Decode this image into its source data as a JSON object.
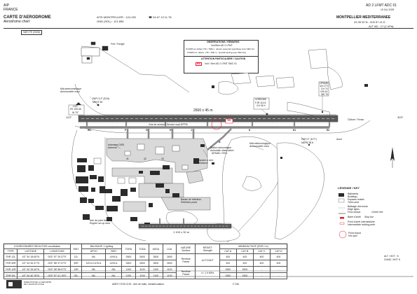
{
  "header": {
    "aip": "AIP",
    "country": "FRANCE",
    "chart_title": "CARTE D'AERODROME",
    "chart_subtitle": "Aerodrome chart",
    "ref": "AD 2 LFMT ADC 01",
    "date": "19 JUL 2025",
    "atis": "ATIS MONTPELLIER : 124.135",
    "tel": "☎ 04 67 13 11 78",
    "gnd": "GND (SOL) : 121.855",
    "aerodrome": "MONTPELLIER MEDITERRANEE",
    "coords": "43 35 00 N - 003 57 41 E",
    "alt": "ALT AD : 17 (1 hPa)",
    "var": "VAR 2°E (2026)"
  },
  "remarks": {
    "title": "OBSERVATIONS / REMARKS",
    "line1": "Voir/See AD 2 LFMT",
    "line2": "Si RWR au défaut VIS < 800m : dévent essentiel spécifique suivi SMC E1.",
    "line3": "If RWR inc. failure, VIS < 800 m : specific taxiing (see SMC E1).",
    "attn_title": "ATTENTION PARTICULIERE / CAUTION",
    "attn_code": "HS",
    "attn_text": "Voir / See AD 2 LFMT SMC 01"
  },
  "labels": {
    "fret": "Fret / Freight",
    "mat_anemo": "Mât anémométrique",
    "anemo_mast": "Anemometer mast",
    "papi_w": "PAPI 3,3° (53 ft)",
    "meht_w": "MEHT 69",
    "loc": "LOC",
    "loc_freq": "FE 109.05",
    "loc_note": "W 70°",
    "taxiway": "Voie de service / Service road DPPM",
    "rwy_dims": "2600 x 45 m",
    "thr_w": "123°",
    "thr_e": "303°",
    "vor": "VOR/DME",
    "vor_freq": "FJR 114.8",
    "vor_ch": "CH 95 X",
    "papi_e": "PAPI 3° (5 FT)",
    "meht_e": "MEHT 58 ft",
    "omega": "OPDME",
    "omega2": "WI CTY",
    "omega3": "CH 74",
    "omega4": "109.15",
    "omega5": "WE 70",
    "amer": "Amer",
    "hs_label": "HS",
    "tower": "Tour/Tower",
    "gate_a": "Antennes DDSI",
    "gate_a2": "Antenna",
    "apron_gnd": "Plate-forme/Apron",
    "fuel": "Stockage/Storage",
    "station": "Station automatique",
    "station2": "Automatic observation",
    "station3": "ARSAB / SSYL",
    "wind": "Manche à vent",
    "windsock": "Windsock",
    "mat_m": "Mât météorologique",
    "mat_m2": "Anemometer mast",
    "gl_label": "GL",
    "bassin": "Bassin de rétention",
    "bassin2": "Retention pond",
    "aire": "Aire de point fixe",
    "aire2": "Engine run-up area",
    "rwy2_dims": "1 100 x 30 m",
    "e_label": "E",
    "w_label": "W",
    "f_label": "F",
    "j_label": "J",
    "k_label": "K",
    "g_label": "G",
    "h_label": "H",
    "a_label": "A",
    "c_label": "C",
    "d_label": "D",
    "b_label": "B",
    "s_label": "S",
    "p_label": "P",
    "n_label": "N",
    "m_label": "M",
    "n_notch": "N 150m",
    "fence": "Clôture / Fence",
    "mat_legend": "Mât",
    "w2": "W2",
    "w3": "W3",
    "w4": "W4",
    "w1": "W1",
    "e1": "E1",
    "e2": "E2",
    "e3": "E3",
    "spot1": "41",
    "spot2": "42",
    "spot3": "43"
  },
  "legend": {
    "title": "LÉGENDE / KEY",
    "items": [
      {
        "fr": "Bâtiments",
        "en": "Buildings"
      },
      {
        "fr": "Espaces boisés",
        "en": "Trees area"
      },
      {
        "fr": "Balisage des bords",
        "en": "Edge lights"
      },
      {
        "fr": "Feux axiaux",
        "en": "Centre line"
      },
      {
        "fr": "Barre d'arrêt",
        "en": "Stop bar"
      },
      {
        "fr": "Point d'arrêt intermédiaire",
        "en": "Intermediate holding point"
      },
      {
        "fr": "Point chaud",
        "en": "Hot spot"
      }
    ]
  },
  "footer_right": {
    "alt": "ALT / HGT : ft",
    "units": "GUND / HGT ft"
  },
  "table": {
    "coord_header": "COORDONNÉES SEUIL/THR coordinates",
    "col_type": "TYPE",
    "col_lat": "LATITUDE",
    "col_lon": "LONGITUDE",
    "col_rwy": "RWY",
    "col_balisage": "BALISAGE / Lighting",
    "col_apch": "APCH",
    "col_rwyl": "RWY",
    "col_tora": "TORA",
    "col_toda": "TODA",
    "col_asda": "ASDA",
    "col_lda": "LDA",
    "col_nature": "NATURE",
    "col_nature2": "Surface",
    "col_resist": "RÉSIST",
    "col_resist2": "Strength",
    "col_minima": "MINIMUM TKOF (RVR / m)",
    "col_cata": "CAT A",
    "col_catb": "CAT B",
    "col_catc": "CAT C",
    "col_catd": "CAT D",
    "rows": [
      {
        "type": "THR 12L",
        "lat": "43° 34' 18.60\"N",
        "lon": "003° 57' 29.37\"E",
        "rwy": "12L",
        "apch": "NIL",
        "rwyl": "LIH/LIL",
        "tora": "2600",
        "toda": "2600",
        "asda": "2600",
        "lda": "2600",
        "nature": "Revêtue",
        "nature2": "Paved",
        "resist": "44 FC/W/T",
        "a": "400",
        "b": "400",
        "c": "400",
        "d": "400"
      },
      {
        "type": "THR 30R",
        "lat": "43° 34' 52.47\"N",
        "lon": "003° 58' 37.97\"E",
        "rwy": "30R",
        "apch": "420 m LIH/LIL",
        "rwyl": "LIH/LIL",
        "tora": "2600",
        "toda": "2600",
        "asda": "2600",
        "lda": "2600",
        "nature": "",
        "nature2": "",
        "resist": "",
        "a": "400",
        "b": "400",
        "c": "400",
        "d": "400"
      },
      {
        "type": "THR 12R",
        "lat": "43° 34' 26.40\"N",
        "lon": "003° 56' 58.97\"E",
        "rwy": "12R",
        "apch": "NIL",
        "rwyl": "NIL",
        "tora": "1100",
        "toda": "1100",
        "asda": "1100",
        "lda": "1100",
        "nature": "Revêtue",
        "nature2": "Paved",
        "resist": "4 / 1.9 MPa",
        "a": "1500",
        "b": "1500",
        "c": "-",
        "d": "-"
      },
      {
        "type": "THR 30L",
        "lat": "43° 34' 40.78\"N",
        "lon": "003° 57' 41.15\"E",
        "rwy": "30L",
        "apch": "NIL",
        "rwyl": "NIL",
        "tora": "1100",
        "toda": "1100",
        "asda": "1100",
        "lda": "1100",
        "nature": "",
        "nature2": "",
        "resist": "",
        "a": "1500",
        "b": "1500",
        "c": "-",
        "d": "-"
      }
    ]
  },
  "footer": {
    "org": "DIRECTION DE LA SÉCURITÉ DE L'AVIATION CIVILE",
    "amdt": "AMDT 07/25 CHG : Aire de trafic, immatriculation.",
    "sia": "© SIA"
  },
  "colors": {
    "runway": "#5a5a5a",
    "apron": "#d9d9d9",
    "building": "#2b2b2b",
    "tree": "#9a9a9a",
    "hotspot": "#e5172b",
    "taxi": "#8c8c8c"
  }
}
